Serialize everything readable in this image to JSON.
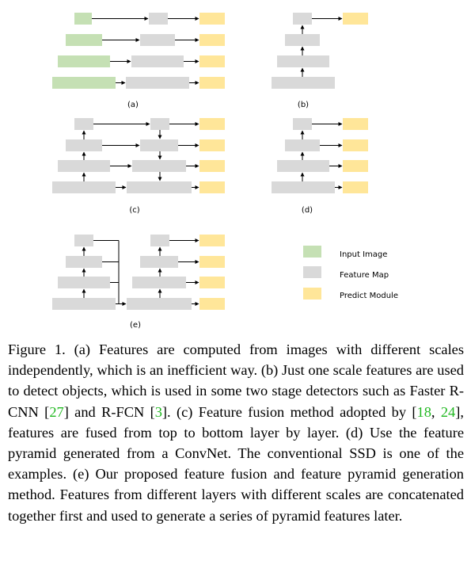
{
  "panels": [
    {
      "id": "a",
      "label": "(a)"
    },
    {
      "id": "b",
      "label": "(b)"
    },
    {
      "id": "c",
      "label": "(c)"
    },
    {
      "id": "d",
      "label": "(d)"
    },
    {
      "id": "e",
      "label": "(e)"
    }
  ],
  "legend": [
    {
      "label": "Input Image",
      "color": "#c5e0b4"
    },
    {
      "label": "Feature Map",
      "color": "#d9d9d9"
    },
    {
      "label": "Predict Module",
      "color": "#ffe699"
    }
  ],
  "colors": {
    "input": "#c5e0b4",
    "feature": "#d9d9d9",
    "predict": "#ffe699",
    "arrow": "#000000",
    "reference": "#21b821"
  },
  "caption": {
    "t1": "Figure 1. (a) Features are computed from images with different scales independently, which is an inefficient way. (b) Just one scale features are used to detect objects, which is used in some two stage detectors such as Faster R-CNN [",
    "r1": "27",
    "t2": "] and R-FCN [",
    "r2": "3",
    "t3": "]. (c) Feature fusion method adopted by [",
    "r3": "18",
    "t4": ", ",
    "r4": "24",
    "t5": "], features are fused from top to bottom layer by layer. (d) Use the feature pyramid generated from a ConvNet. The conventional SSD is one of the examples. (e) Our proposed feature fusion and feature pyramid generation method. Features from different layers with different scales are concatenated together first and used to generate a series of pyramid features later."
  }
}
